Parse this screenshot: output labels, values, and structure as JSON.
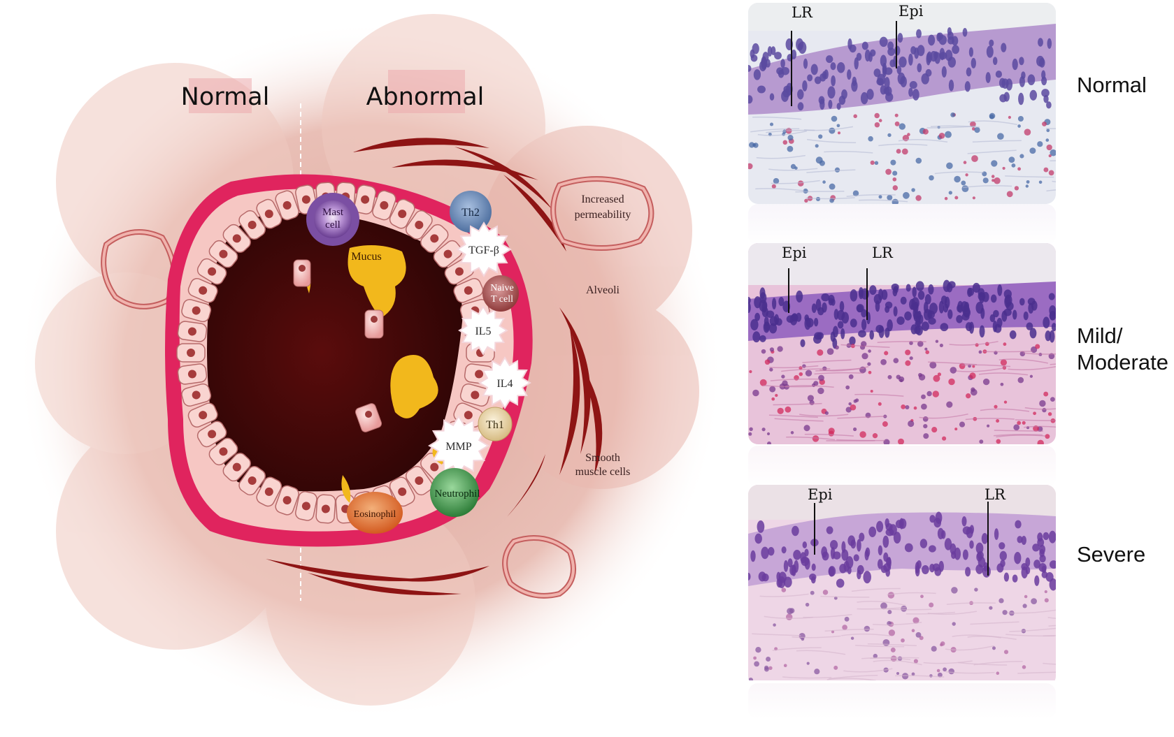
{
  "diagram": {
    "header_normal": "Normal",
    "header_abnormal": "Abnormal",
    "labels": {
      "mast_cell_line1": "Mast",
      "mast_cell_line2": "cell",
      "th2": "Th2",
      "mucus": "Mucus",
      "tgf_beta": "TGF-β",
      "naive_line1": "Naive",
      "naive_line2": "T cell",
      "il5": "IL5",
      "il4": "IL4",
      "th1": "Th1",
      "mmp": "MMP",
      "neutrophil": "Neutrophil",
      "eosinophil": "Eosinophil",
      "increased_line1": "Increased",
      "increased_line2": "permeability",
      "alveoli": "Alveoli",
      "smooth_line1": "Smooth",
      "smooth_line2": "muscle cells"
    },
    "colors": {
      "background_tissue": "#e9bfb6",
      "airway_wall": "#e0245e",
      "lumen": "#3d0808",
      "mucus": "#f2b81c",
      "smooth_muscle": "#8e1414",
      "mast_cell": "#8a5db0",
      "th2": "#5b7fb3",
      "neutrophil": "#3e9a4a",
      "eosinophil": "#e0702e",
      "th1": "#e8d3a4"
    }
  },
  "histology": {
    "panels": [
      {
        "title": "Normal",
        "labels": [
          "LR",
          "Epi"
        ]
      },
      {
        "title": "Mild/\nModerate",
        "title_line1": "Mild/",
        "title_line2": "Moderate",
        "labels": [
          "Epi",
          "LR"
        ]
      },
      {
        "title": "Severe",
        "labels": [
          "Epi",
          "LR"
        ]
      }
    ]
  }
}
